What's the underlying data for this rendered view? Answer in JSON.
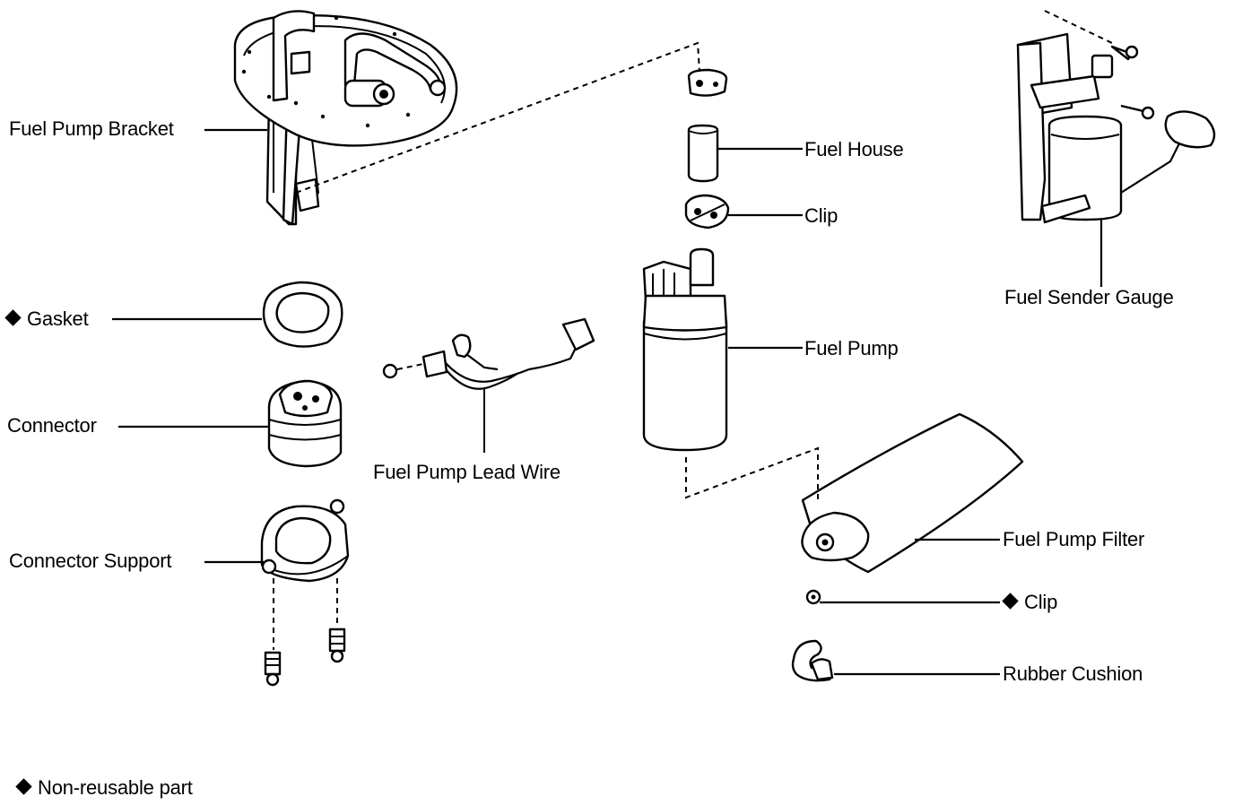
{
  "labels": {
    "fuel_pump_bracket": "Fuel Pump Bracket",
    "fuel_house": "Fuel House",
    "clip_top": "Clip",
    "fuel_sender_gauge": "Fuel Sender Gauge",
    "gasket": "Gasket",
    "connector": "Connector",
    "fuel_pump_lead_wire": "Fuel Pump Lead Wire",
    "fuel_pump": "Fuel Pump",
    "connector_support": "Connector Support",
    "fuel_pump_filter": "Fuel Pump Filter",
    "clip_bottom": "Clip",
    "rubber_cushion": "Rubber Cushion"
  },
  "legend": {
    "symbol": "diamond",
    "text": "Non-reusable part"
  },
  "non_reusable_parts": [
    "Gasket",
    "Clip"
  ]
}
